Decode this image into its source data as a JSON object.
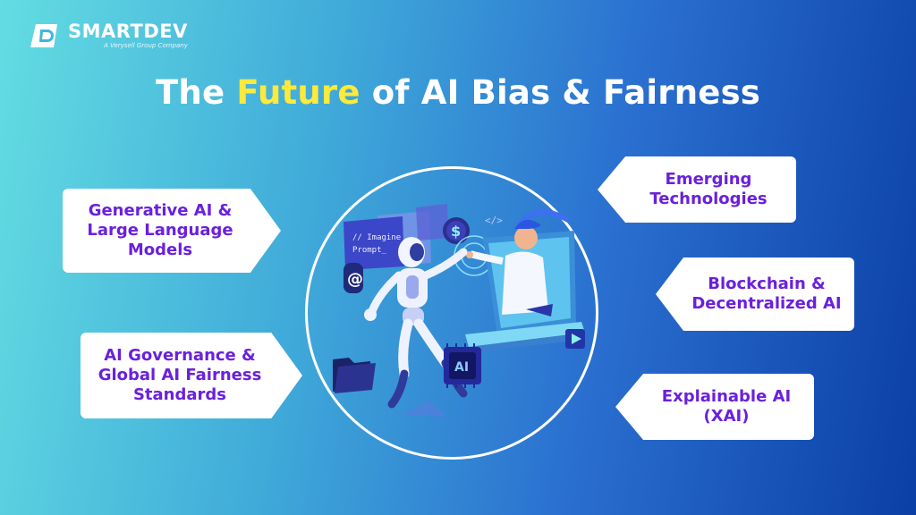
{
  "brand": {
    "name": "SMARTDEV",
    "tagline": "A Verysell Group Company"
  },
  "title": {
    "prefix": "The ",
    "highlight": "Future",
    "suffix": " of AI Bias & Fairness"
  },
  "items": [
    {
      "id": "genai",
      "label": "Generative AI &\nLarge Language\nModels"
    },
    {
      "id": "gov",
      "label": "AI Governance &\nGlobal AI Fairness\nStandards"
    },
    {
      "id": "emerging",
      "label": "Emerging\nTechnologies"
    },
    {
      "id": "blockchain",
      "label": "Blockchain &\nDecentralized AI"
    },
    {
      "id": "xai",
      "label": "Explainable AI\n(XAI)"
    }
  ],
  "illustration": {
    "prompt_text": "// Imagine\nPrompt_",
    "code_tag": "</>",
    "chip_text": "AI",
    "dollar": "$",
    "at": "@"
  },
  "colors": {
    "title_highlight": "#ffe93c",
    "box_text": "#6a20dd"
  }
}
